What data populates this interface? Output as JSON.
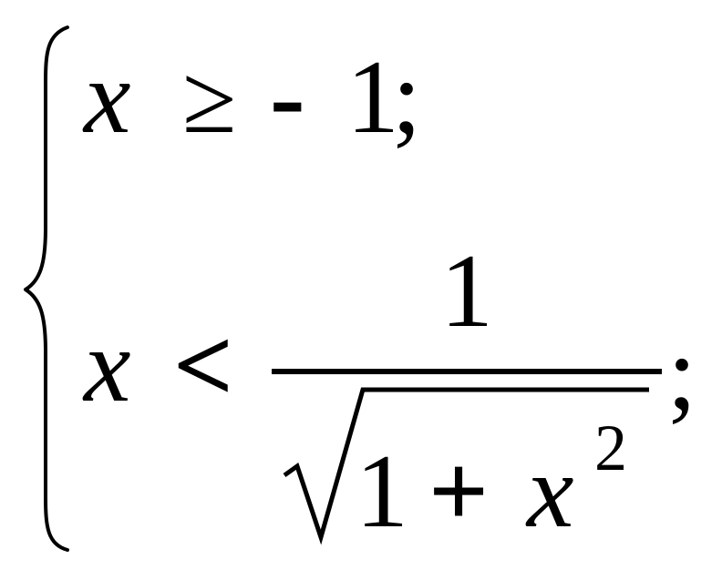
{
  "system": {
    "line1": {
      "variable": "x",
      "relation": "≥",
      "minus": "-",
      "number": "1",
      "terminator": ";"
    },
    "line2": {
      "variable": "x",
      "relation": "<",
      "fraction": {
        "numerator": "1",
        "denominator": {
          "one": "1",
          "plus": "+",
          "variable": "x",
          "exponent": "2"
        }
      },
      "terminator": ";"
    }
  },
  "colors": {
    "ink": "#000000",
    "background": "#ffffff"
  }
}
